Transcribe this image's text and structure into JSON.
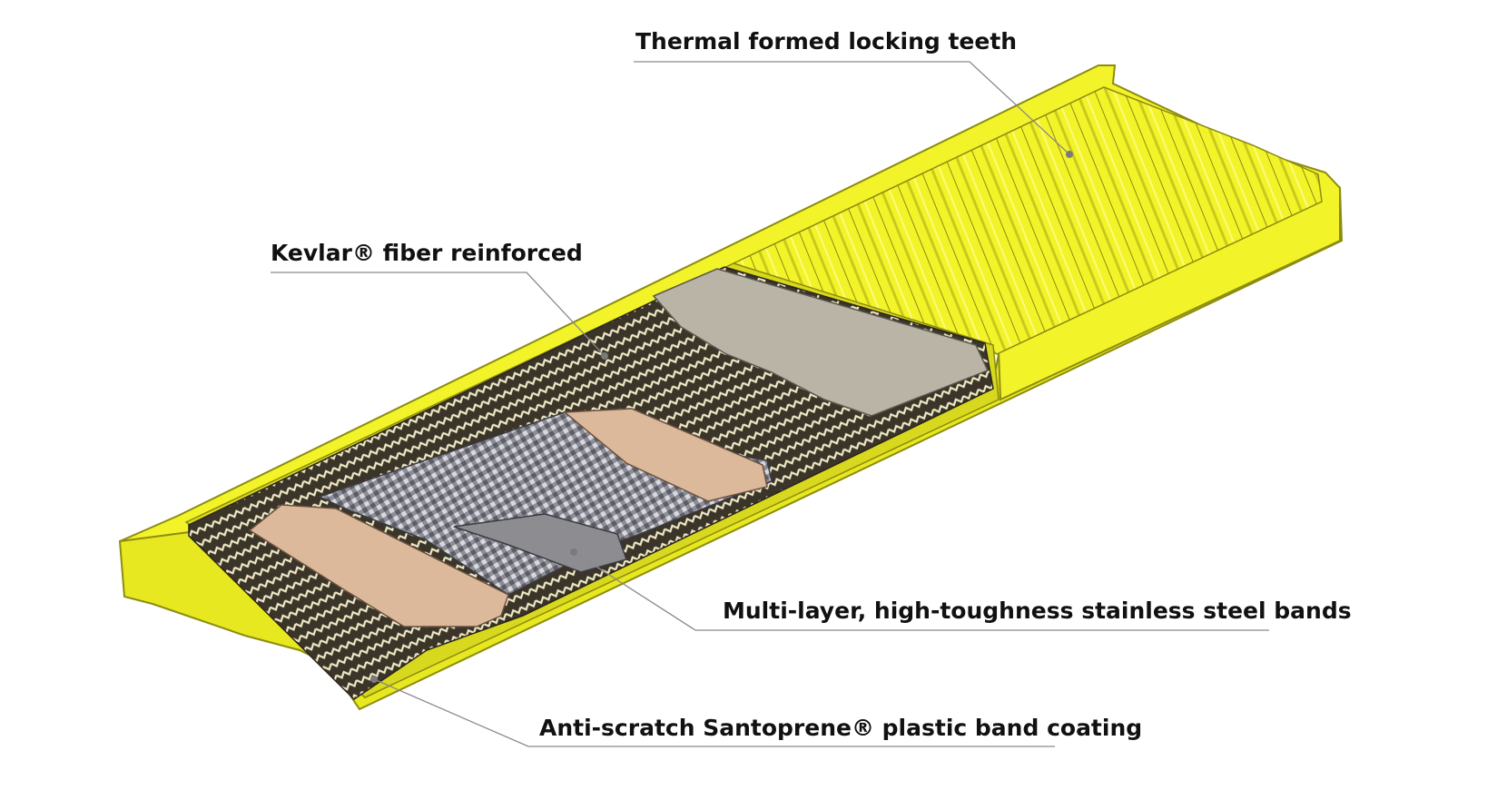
{
  "callouts": [
    {
      "id": "teeth",
      "label": "Thermal formed locking teeth"
    },
    {
      "id": "kevlar",
      "label": "Kevlar® fiber reinforced"
    },
    {
      "id": "steel",
      "label": "Multi-layer, high-toughness stainless steel bands"
    },
    {
      "id": "coating",
      "label": "Anti-scratch Santoprene® plastic band coating"
    }
  ],
  "colors": {
    "coating_yellow": "#f3f32a",
    "coating_outline": "#8c8c10",
    "kevlar_weave": "#3a3528",
    "kevlar_light": "#efe9c8",
    "steel_grey": "#bab4a7",
    "steel_tan": "#dcb99a",
    "steel_dark": "#8d8d91",
    "leader_line": "#8a8a8a",
    "label_text": "#111111"
  }
}
